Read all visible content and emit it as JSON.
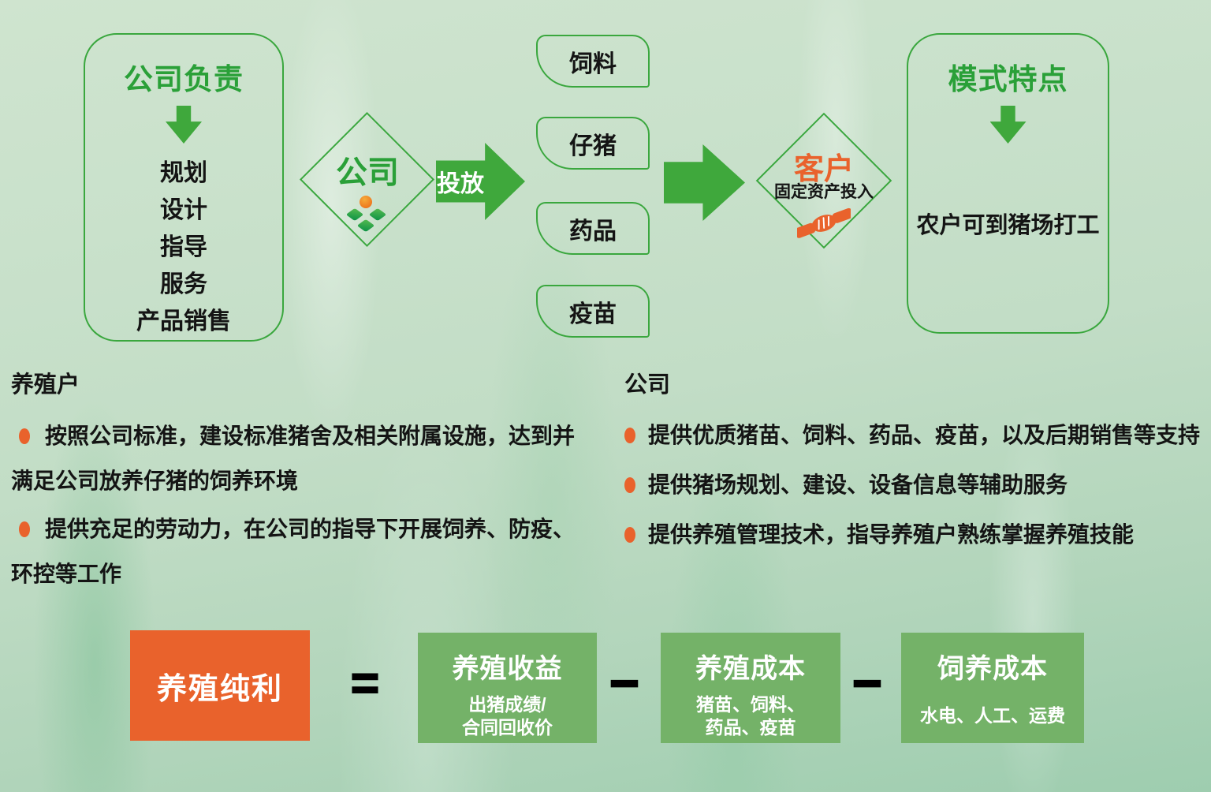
{
  "colors": {
    "green_text": "#2aa038",
    "green_line": "#3aa73e",
    "green_arrow": "#3fa83c",
    "orange": "#e9622c",
    "green_box": "#74b268"
  },
  "flow": {
    "left_card": {
      "title": "公司负责",
      "items": [
        "规划",
        "设计",
        "指导",
        "服务",
        "产品销售"
      ]
    },
    "company_diamond": {
      "label": "公司"
    },
    "supply_arrow_label": "投放",
    "supply_boxes": [
      "饲料",
      "仔猪",
      "药品",
      "疫苗"
    ],
    "customer_diamond": {
      "label": "客户",
      "sub": "固定资产投入"
    },
    "right_card": {
      "title": "模式特点",
      "note": "农户可到猪场打工"
    }
  },
  "sections": {
    "farmer": {
      "title": "养殖户",
      "bullets": [
        "按照公司标准，建设标准猪舍及相关附属设施，达到并满足公司放养仔猪的饲养环境",
        "提供充足的劳动力，在公司的指导下开展饲养、防疫、环控等工作"
      ]
    },
    "company": {
      "title": "公司",
      "bullets": [
        "提供优质猪苗、饲料、药品、疫苗，以及后期销售等支持",
        "提供猪场规划、建设、设备信息等辅助服务",
        "提供养殖管理技术，指导养殖户熟练掌握养殖技能"
      ]
    }
  },
  "formula": {
    "result": "养殖纯利",
    "equals": "=",
    "minus": "−",
    "terms": [
      {
        "title": "养殖收益",
        "sub1": "出猪成绩/",
        "sub2": "合同回收价"
      },
      {
        "title": "养殖成本",
        "sub1": "猪苗、饲料、",
        "sub2": "药品、疫苗"
      },
      {
        "title": "饲养成本",
        "sub1": "水电、人工、运费"
      }
    ]
  }
}
